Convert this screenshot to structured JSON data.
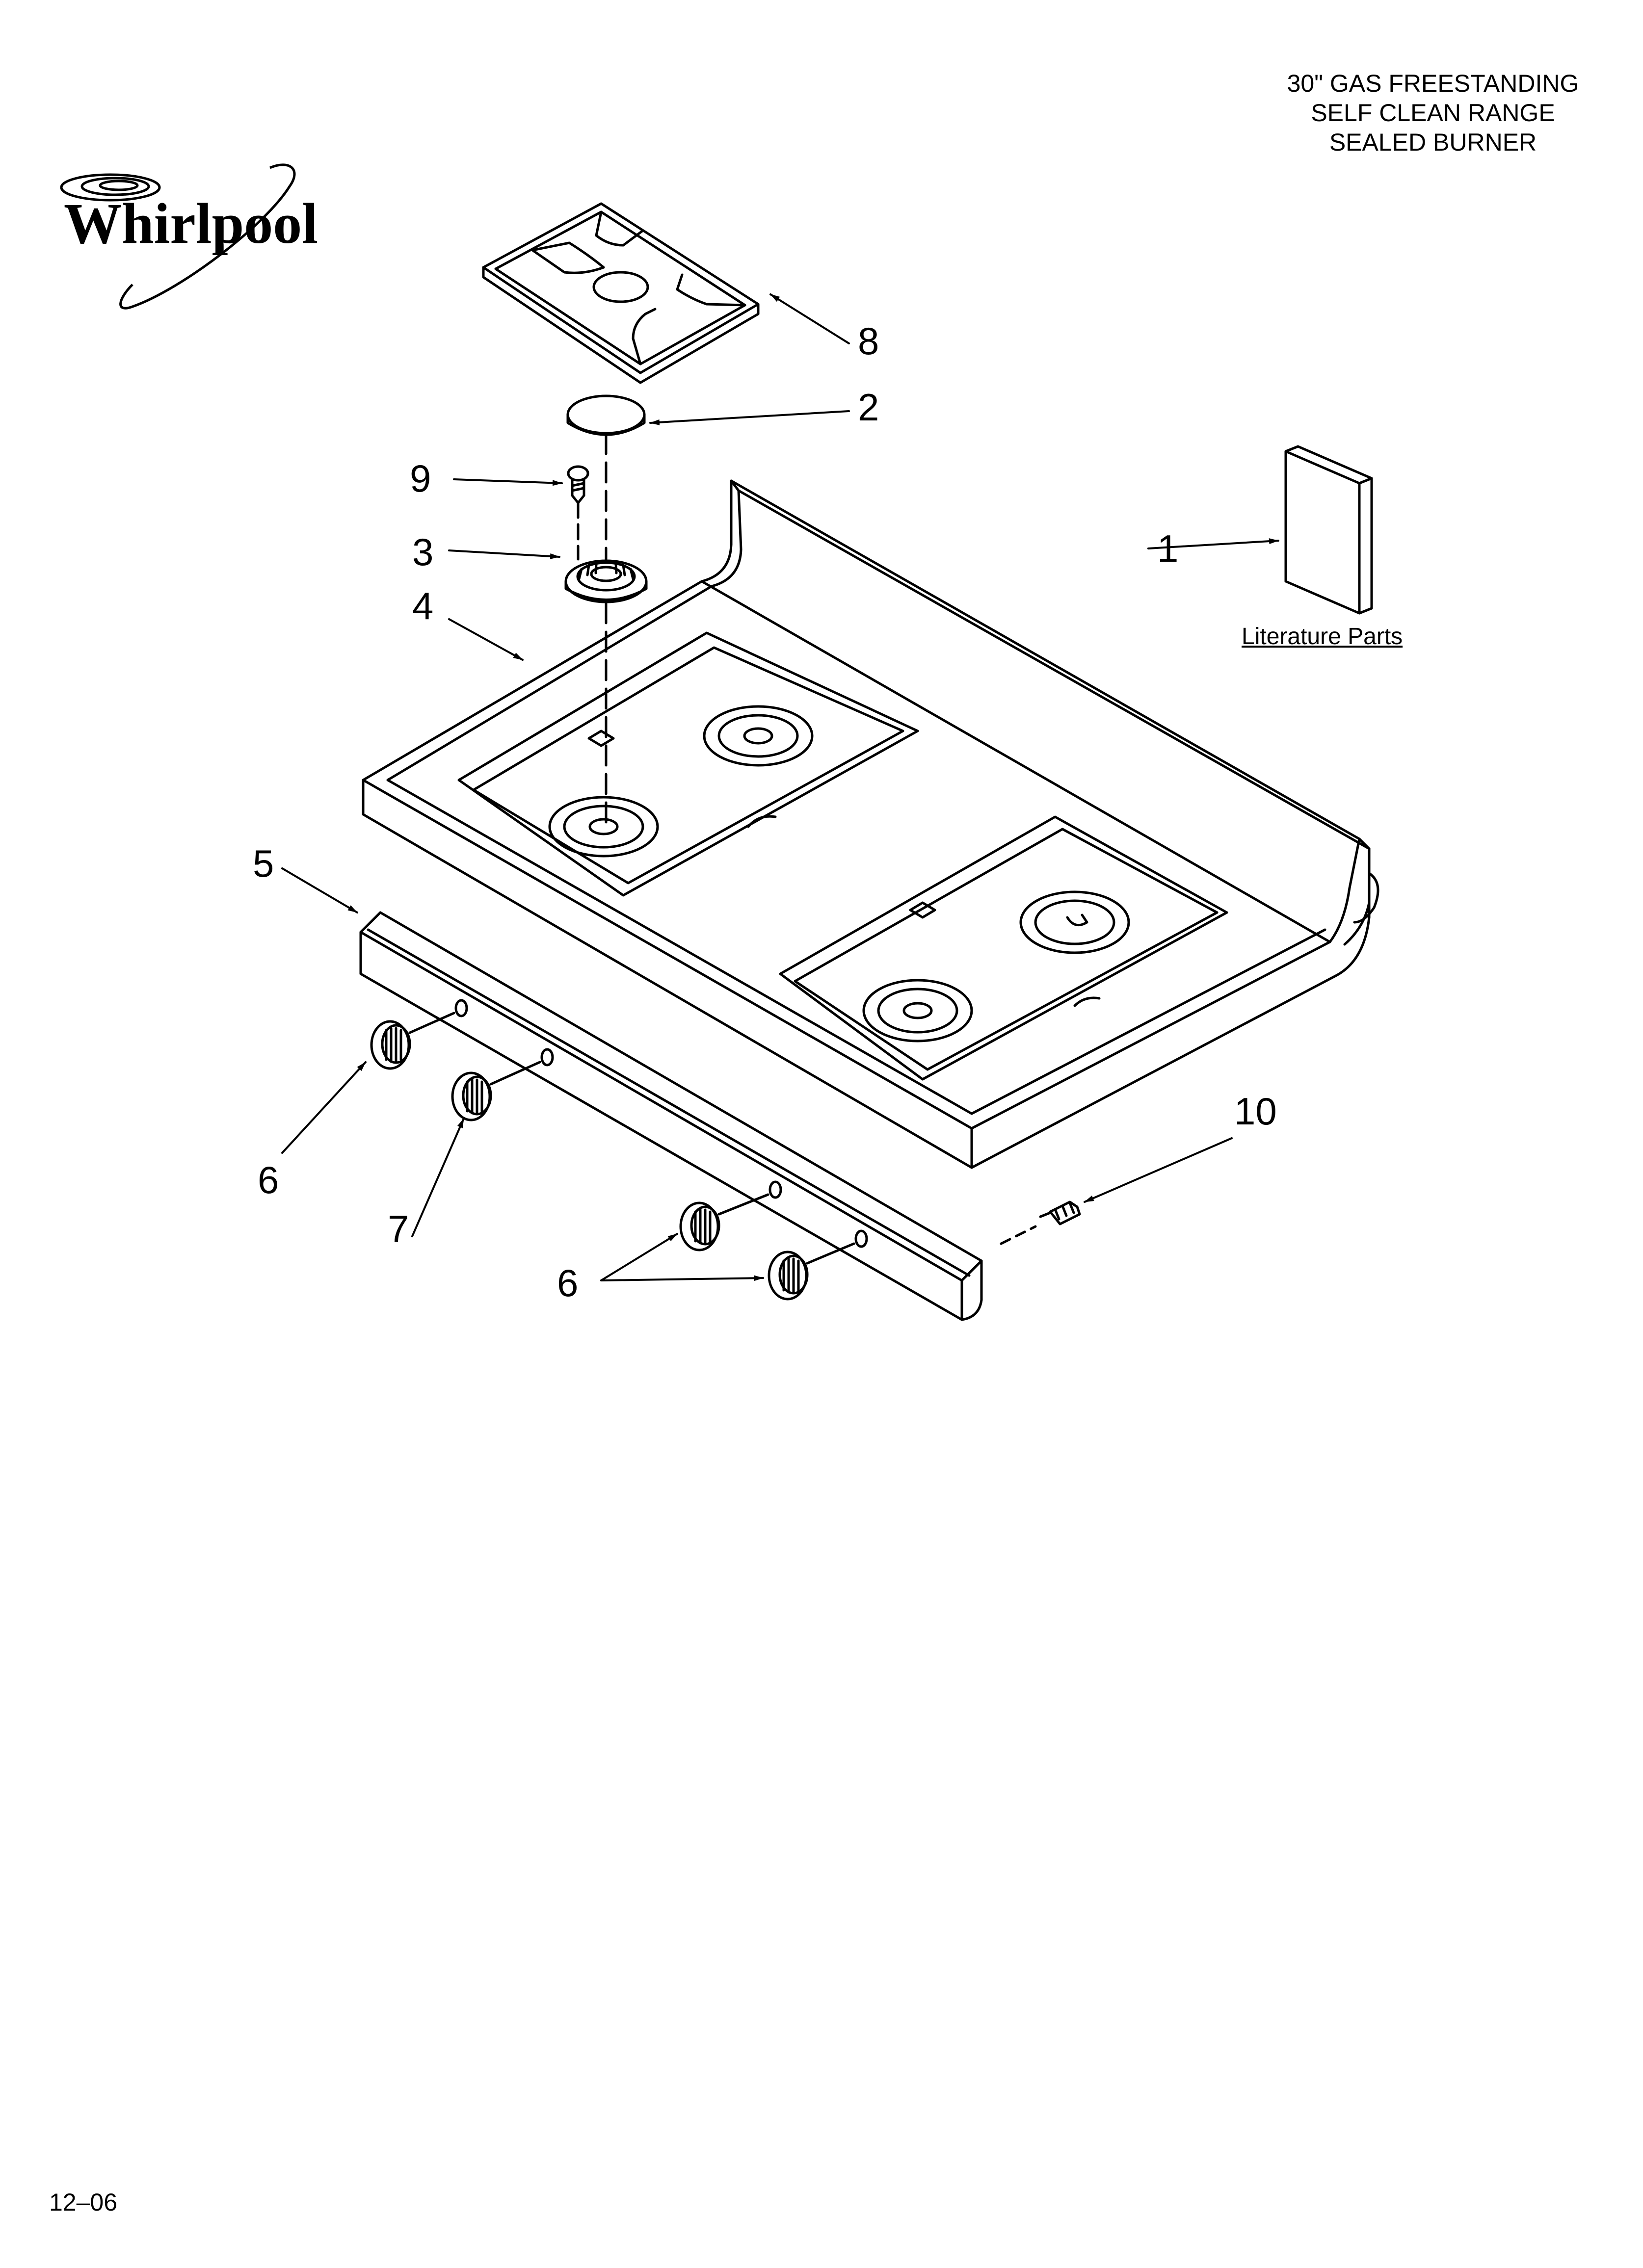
{
  "title_lines": [
    "30\" GAS FREESTANDING",
    "SELF CLEAN RANGE",
    "SEALED BURNER"
  ],
  "brand_logo_text": "Whirlpool",
  "literature_label": "Literature Parts",
  "doc_code": "12–06",
  "callouts": {
    "c1": "1",
    "c2": "2",
    "c3": "3",
    "c4": "4",
    "c5": "5",
    "c6a": "6",
    "c6b": "6",
    "c7": "7",
    "c8": "8",
    "c9": "9",
    "c10": "10"
  }
}
